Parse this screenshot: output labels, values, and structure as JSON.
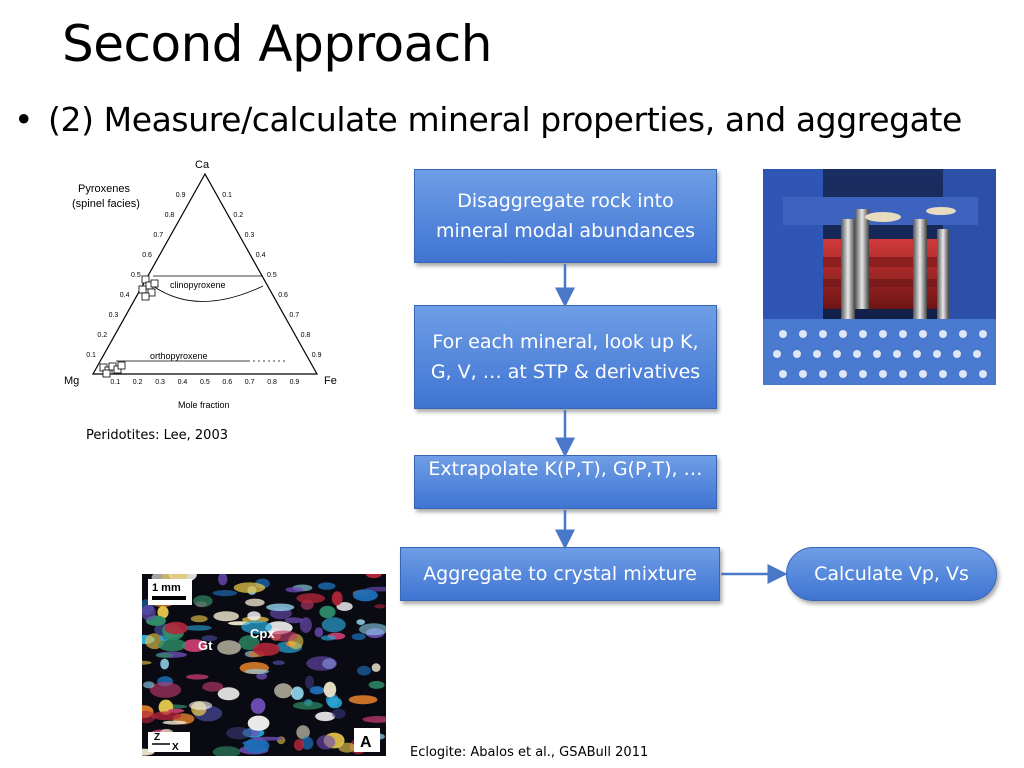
{
  "slide": {
    "title": "Second Approach",
    "bullet": "(2) Measure/calculate mineral properties, and aggregate"
  },
  "flow": {
    "step1": "Disaggregate rock into mineral modal abundances",
    "step2": "For each mineral, look up K, G, V, … at STP & derivatives",
    "step3": "Extrapolate K(P,T), G(P,T), …",
    "step4": "Aggregate to crystal mixture",
    "step5": "Calculate Vp, Vs"
  },
  "ternary": {
    "title_line1": "Pyroxenes",
    "title_line2": "(spinel facies)",
    "apex_top": "Ca",
    "apex_left": "Mg",
    "apex_right": "Fe",
    "field_upper": "clinopyroxene",
    "field_lower": "orthopyroxene",
    "xlabel": "Mole fraction",
    "ticks": [
      "0.1",
      "0.2",
      "0.3",
      "0.4",
      "0.5",
      "0.6",
      "0.7",
      "0.8",
      "0.9"
    ]
  },
  "captions": {
    "peridotite": "Peridotites: Lee, 2003",
    "eclogite": "Eclogite: Abalos et al., GSABull 2011"
  },
  "micrograph": {
    "scale": "1 mm",
    "label_cpx": "Cpx",
    "label_grt": "Gt",
    "panel": "A",
    "axis_z": "Z",
    "axis_x": "X"
  },
  "colors": {
    "box_top": "#6f9ee6",
    "box_bottom": "#3f74d2",
    "arrow": "#4a78c8"
  }
}
